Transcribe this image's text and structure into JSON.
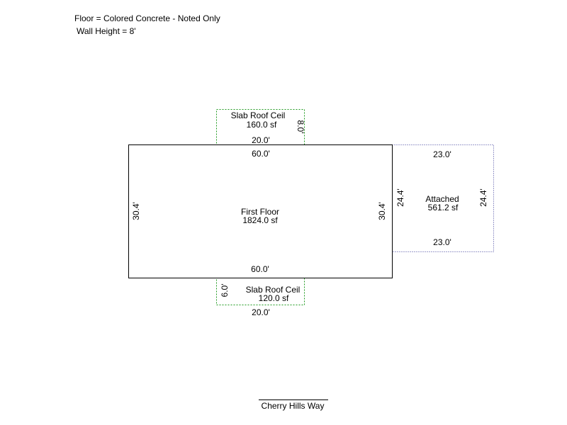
{
  "notes": {
    "floor": "Floor = Colored Concrete - Noted Only",
    "wall_height": "Wall Height = 8'"
  },
  "colors": {
    "outline": "#000000",
    "slab_roof": "#1f9a1f",
    "attached": "#3a3a9a"
  },
  "first_floor": {
    "name": "First Floor",
    "area": "1824.0 sf",
    "top_dim": "60.0'",
    "bottom_dim": "60.0'",
    "left_dim": "30.4'",
    "right_dim": "30.4'"
  },
  "slab_roof_top": {
    "name": "Slab Roof Ceil",
    "area": "160.0 sf",
    "width_dim": "20.0'",
    "depth_dim": "8.0'"
  },
  "slab_roof_bottom": {
    "name": "Slab Roof Ceil",
    "area": "120.0 sf",
    "width_dim": "20.0'",
    "depth_dim": "6.0'"
  },
  "attached": {
    "name": "Attached",
    "area": "561.2 sf",
    "top_dim": "23.0'",
    "bottom_dim": "23.0'",
    "left_dim": "24.4'",
    "right_dim": "24.4'"
  },
  "street": {
    "name": "Cherry Hills Way"
  }
}
